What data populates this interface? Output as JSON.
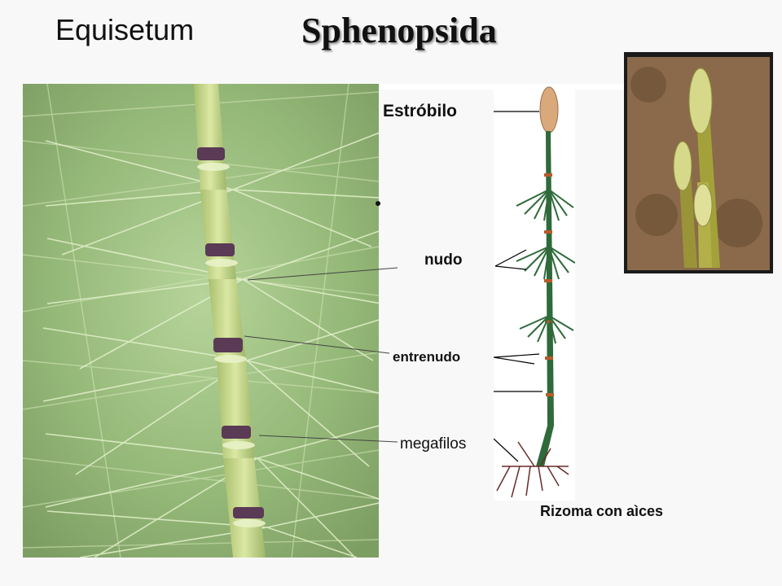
{
  "slide": {
    "title_left": "Equisetum",
    "title_main": "Sphenopsida"
  },
  "labels": {
    "estrobilo": "Estróbilo",
    "nudo": "nudo",
    "entrenudo": "entrenudo",
    "megafilos": "megafilos",
    "rizoma": "Rizoma con aìces"
  },
  "colors": {
    "photo_bg": "#a9c98a",
    "stem": "#c5d98a",
    "stem_band": "#5a3a55",
    "strobilus": "#d9a97c",
    "diagram_stem": "#2e6a3a",
    "roots": "#6a2a2a"
  }
}
